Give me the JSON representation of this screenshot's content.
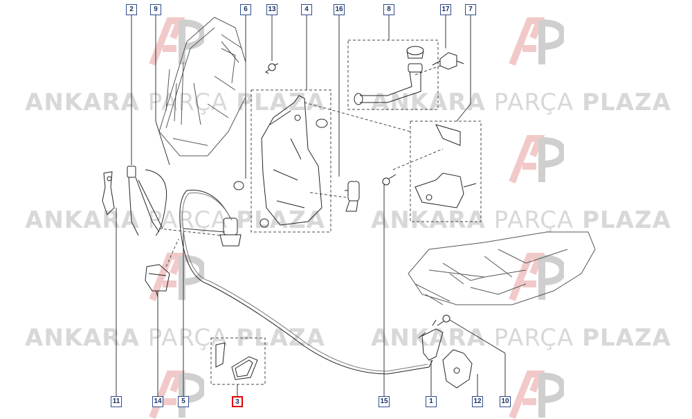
{
  "watermark": {
    "text_bold": "ANKARA",
    "text_light": "PARÇA",
    "text_end": "PLAZA",
    "color": "#d8d8d8",
    "logo_color": "#f2c9c9"
  },
  "callouts": [
    {
      "id": "c2",
      "label": "2"
    },
    {
      "id": "c9",
      "label": "9"
    },
    {
      "id": "c6",
      "label": "6"
    },
    {
      "id": "c13",
      "label": "13"
    },
    {
      "id": "c4",
      "label": "4"
    },
    {
      "id": "c16",
      "label": "16"
    },
    {
      "id": "c8",
      "label": "8"
    },
    {
      "id": "c17",
      "label": "17"
    },
    {
      "id": "c7",
      "label": "7"
    },
    {
      "id": "c11",
      "label": "11"
    },
    {
      "id": "c14",
      "label": "14"
    },
    {
      "id": "c5",
      "label": "5"
    },
    {
      "id": "c3",
      "label": "3",
      "highlighted": true
    },
    {
      "id": "c15",
      "label": "15"
    },
    {
      "id": "c1",
      "label": "1"
    },
    {
      "id": "c12",
      "label": "12"
    },
    {
      "id": "c10",
      "label": "10"
    }
  ],
  "colors": {
    "line": "#222222",
    "callout_border": "#2b4a8a",
    "highlight": "#e00000"
  }
}
